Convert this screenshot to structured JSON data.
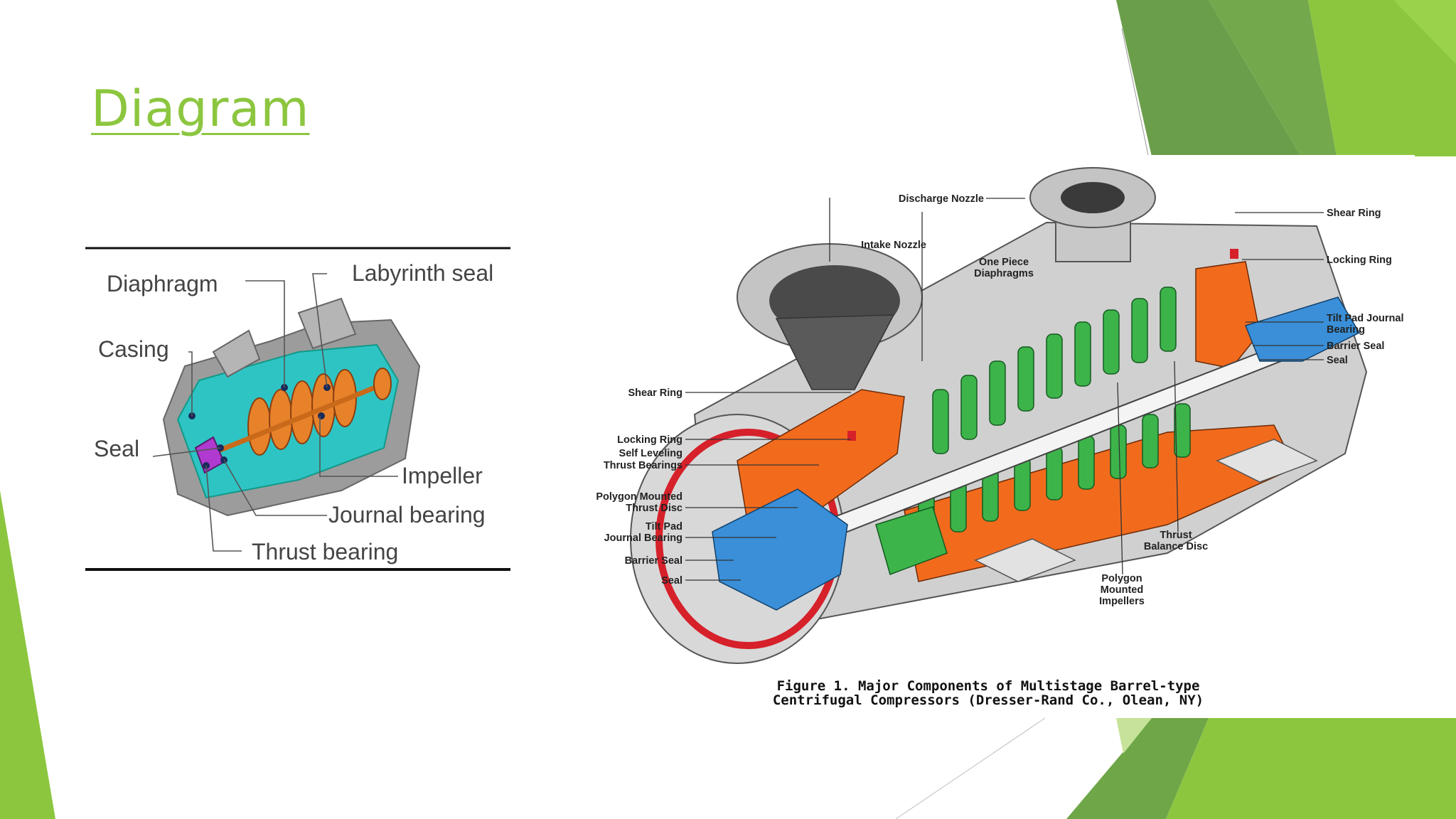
{
  "slide": {
    "title": "Diagram",
    "accent_color": "#8cc63f"
  },
  "left_diagram": {
    "labels": {
      "diaphragm": "Diaphragm",
      "labyrinth_seal": "Labyrinth seal",
      "casing": "Casing",
      "seal": "Seal",
      "impeller": "Impeller",
      "journal_bearing": "Journal bearing",
      "thrust_bearing": "Thrust bearing"
    }
  },
  "right_diagram": {
    "labels": {
      "discharge_nozzle": "Discharge Nozzle",
      "intake_nozzle": "Intake Nozzle",
      "one_piece_diaphragms_1": "One Piece",
      "one_piece_diaphragms_2": "Diaphragms",
      "shear_ring_right": "Shear Ring",
      "locking_ring_right": "Locking Ring",
      "tilt_pad_journal_bearing_right_1": "Tilt Pad Journal",
      "tilt_pad_journal_bearing_right_2": "Bearing",
      "barrier_seal_right": "Barrier Seal",
      "seal_right": "Seal",
      "shear_ring_left": "Shear Ring",
      "locking_ring_left": "Locking Ring",
      "self_leveling_1": "Self Leveling",
      "self_leveling_2": "Thrust Bearings",
      "polygon_disc_1": "Polygon Mounted",
      "polygon_disc_2": "Thrust Disc",
      "tilt_pad_left_1": "Tilt Pad",
      "tilt_pad_left_2": "Journal Bearing",
      "barrier_seal_left": "Barrier Seal",
      "seal_left": "Seal",
      "thrust_balance_1": "Thrust",
      "thrust_balance_2": "Balance Disc",
      "polygon_impellers_1": "Polygon",
      "polygon_impellers_2": "Mounted",
      "polygon_impellers_3": "Impellers"
    },
    "caption_line1": "Figure 1. Major Components of Multistage Barrel-type",
    "caption_line2": "Centrifugal Compressors (Dresser-Rand Co., Olean, NY)",
    "colors": {
      "orange": "#f26b1d",
      "green": "#3cb44a",
      "blue": "#3a8fd8",
      "red": "#d6202a",
      "gray": "#c8c8c8"
    }
  }
}
